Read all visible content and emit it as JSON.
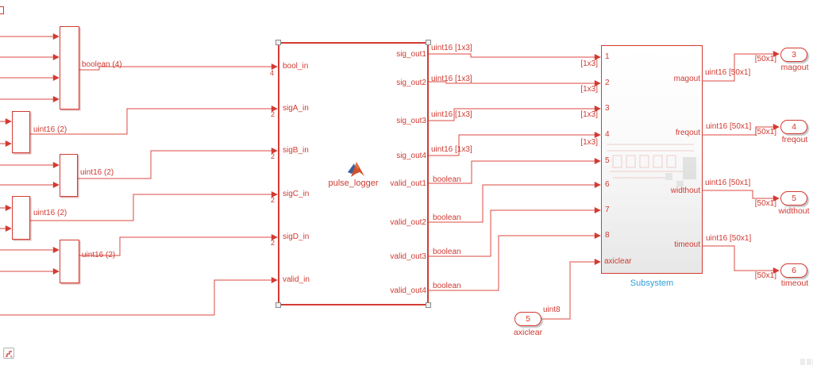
{
  "colors": {
    "wire_red": "#de4a42",
    "block_red": "#d23b33",
    "label_red": "#cf3a32",
    "subsystem_label_blue": "#2d9fd8"
  },
  "annotations": {
    "bus4": "boolean (4)",
    "pair": "uint16 (2)",
    "vec": "uint16 [1x3]",
    "bool": "boolean",
    "dim3": "[1x3]",
    "vec50": "uint16 [50x1]",
    "dim50": "[50x1]",
    "uint8": "uint8"
  },
  "matlab_block": {
    "name": "pulse_logger",
    "inputs": [
      {
        "label": "bool_in",
        "dim": "4"
      },
      {
        "label": "sigA_in",
        "dim": "2"
      },
      {
        "label": "sigB_in",
        "dim": "2"
      },
      {
        "label": "sigC_in",
        "dim": "2"
      },
      {
        "label": "sigD_in",
        "dim": "2"
      },
      {
        "label": "valid_in",
        "dim": ""
      }
    ],
    "outputs": [
      "sig_out1",
      "sig_out2",
      "sig_out3",
      "sig_out4",
      "valid_out1",
      "valid_out2",
      "valid_out3",
      "valid_out4"
    ]
  },
  "subsystem": {
    "name": "Subsystem",
    "inputs": [
      "1",
      "2",
      "3",
      "4",
      "5",
      "6",
      "7",
      "8",
      "axiclear"
    ],
    "outputs": [
      "magout",
      "freqout",
      "widthout",
      "timeout"
    ]
  },
  "outports": [
    {
      "num": "3",
      "name": "magout"
    },
    {
      "num": "4",
      "name": "freqout"
    },
    {
      "num": "5",
      "name": "widthout"
    },
    {
      "num": "6",
      "name": "timeout"
    }
  ],
  "inport": {
    "num": "5",
    "name": "axiclear"
  }
}
